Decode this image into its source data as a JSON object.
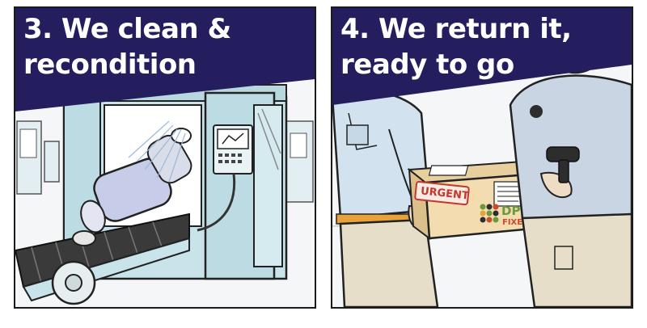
{
  "panels": [
    {
      "caption_line1": "3. We clean &",
      "caption_line2": "recondition"
    },
    {
      "caption_line1": "4. We return it,",
      "caption_line2": "ready to go",
      "box_label": "URGENT",
      "logo_top": "DPF",
      "logo_bottom": "FIXER"
    }
  ],
  "colors": {
    "banner": "#241d5e",
    "machine": "#c8e3ea",
    "box": "#f2dcb0",
    "urgent": "#c0392b",
    "logo_green": "#6a9a3a",
    "belt": "#333333",
    "uniform": "#d2e2ee",
    "pants": "#e6dec8"
  },
  "icons": [
    "cleaning-machine",
    "conveyor-belt",
    "dpf-filter",
    "control-panel",
    "delivery-box",
    "barcode-scanner"
  ]
}
